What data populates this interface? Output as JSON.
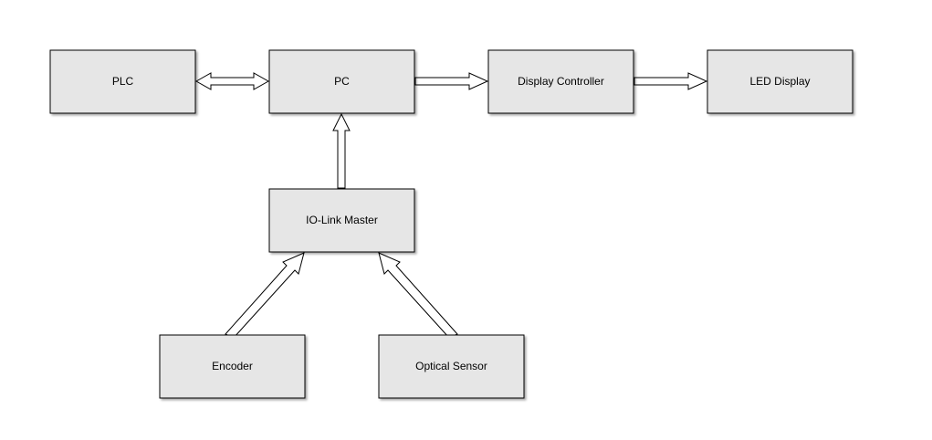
{
  "diagram": {
    "box_fill": "#e6e6e6",
    "box_shadow": "#9a9a9a",
    "stroke": "#000000",
    "nodes": {
      "plc": "PLC",
      "pc": "PC",
      "display_controller": "Display Controller",
      "led_display": "LED Display",
      "io_link_master": "IO-Link Master",
      "encoder": "Encoder",
      "optical_sensor": "Optical Sensor"
    },
    "edges": [
      {
        "from": "plc",
        "to": "pc",
        "direction": "both"
      },
      {
        "from": "pc",
        "to": "display_controller",
        "direction": "forward"
      },
      {
        "from": "display_controller",
        "to": "led_display",
        "direction": "forward"
      },
      {
        "from": "io_link_master",
        "to": "pc",
        "direction": "forward"
      },
      {
        "from": "encoder",
        "to": "io_link_master",
        "direction": "forward"
      },
      {
        "from": "optical_sensor",
        "to": "io_link_master",
        "direction": "forward"
      }
    ]
  }
}
